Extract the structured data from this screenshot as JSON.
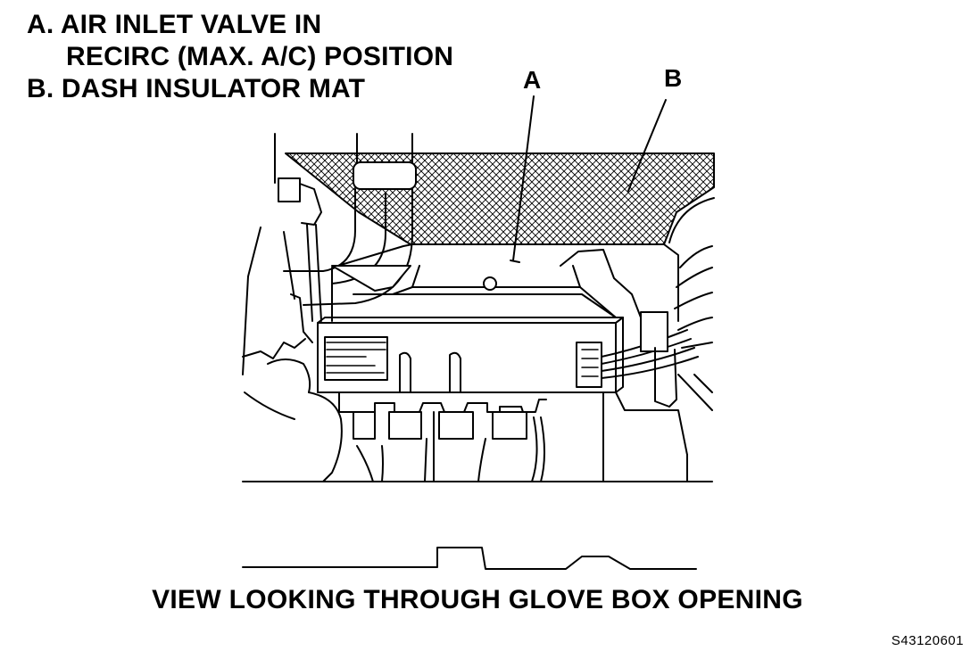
{
  "legend": {
    "line_a1": "A. AIR INLET VALVE IN",
    "line_a2": "RECIRC (MAX. A/C) POSITION",
    "line_b": "B. DASH INSULATOR MAT"
  },
  "callouts": {
    "a": "A",
    "b": "B"
  },
  "caption": "VIEW LOOKING THROUGH  GLOVE BOX OPENING",
  "figure_id": "S43120601"
}
